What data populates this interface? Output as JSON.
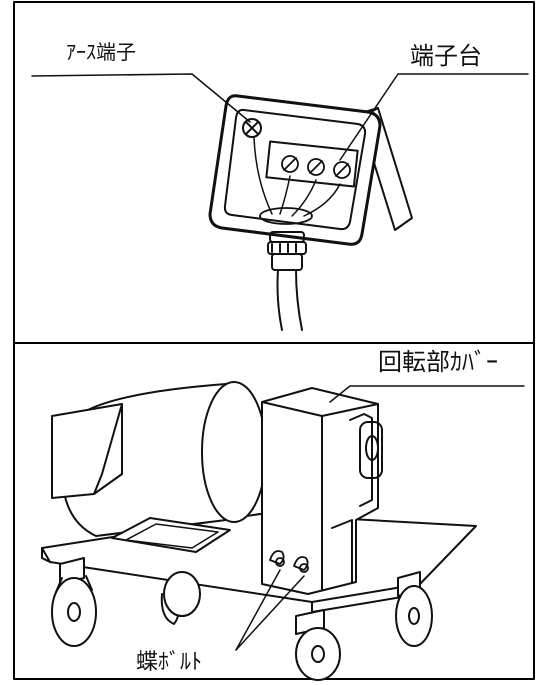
{
  "panels": [
    {
      "labels": {
        "earth_terminal": "ｱｰｽ端子",
        "terminal_block": "端子台"
      }
    },
    {
      "labels": {
        "rotating_cover": "回転部ｶﾊﾞｰ",
        "wing_bolt": "蝶ﾎﾞﾙﾄ"
      }
    }
  ],
  "colors": {
    "line": "#111111",
    "background": "#ffffff",
    "border": "#000000"
  }
}
